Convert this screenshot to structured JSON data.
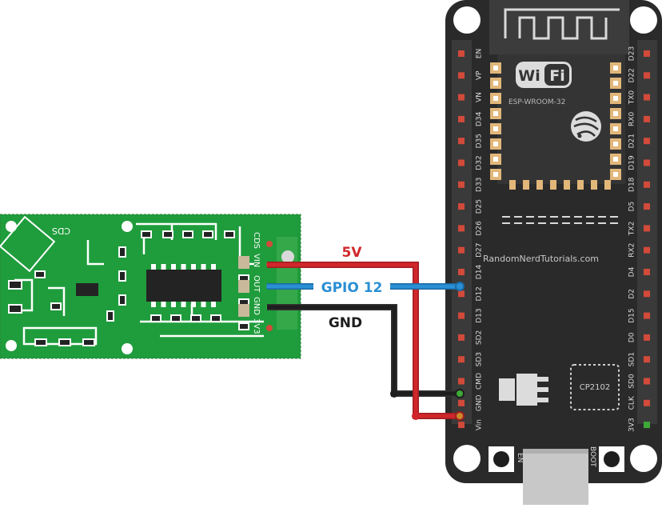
{
  "sensor": {
    "silk_cds": "CDS",
    "pin_labels": [
      "CDS",
      "VIN",
      "OUT",
      "GND",
      "3V3"
    ]
  },
  "wires": {
    "power": {
      "label": "5V",
      "color": "#d0272b"
    },
    "signal": {
      "label": "GPIO 12",
      "color": "#2a8fd4"
    },
    "ground": {
      "label": "GND",
      "color": "#1e1e1e"
    }
  },
  "esp32": {
    "module_model": "ESP-WROOM-32",
    "wifi_logo": "WiFi",
    "watermark": "RandomNerdTutorials.com",
    "usb_chip": "CP2102",
    "left_pins": [
      "EN",
      "VP",
      "VN",
      "D34",
      "D35",
      "D32",
      "D33",
      "D25",
      "D26",
      "D27",
      "D14",
      "D12",
      "D13",
      "SD2",
      "SD3",
      "CMD",
      "GND",
      "Vin"
    ],
    "right_pins": [
      "D23",
      "D22",
      "TX0",
      "RX0",
      "D21",
      "D19",
      "D18",
      "D5",
      "TX2",
      "RX2",
      "D4",
      "D2",
      "D15",
      "D0",
      "SD1",
      "SD0",
      "CLK",
      "3V3"
    ],
    "button_left": "EN",
    "button_right": "BOOT"
  }
}
